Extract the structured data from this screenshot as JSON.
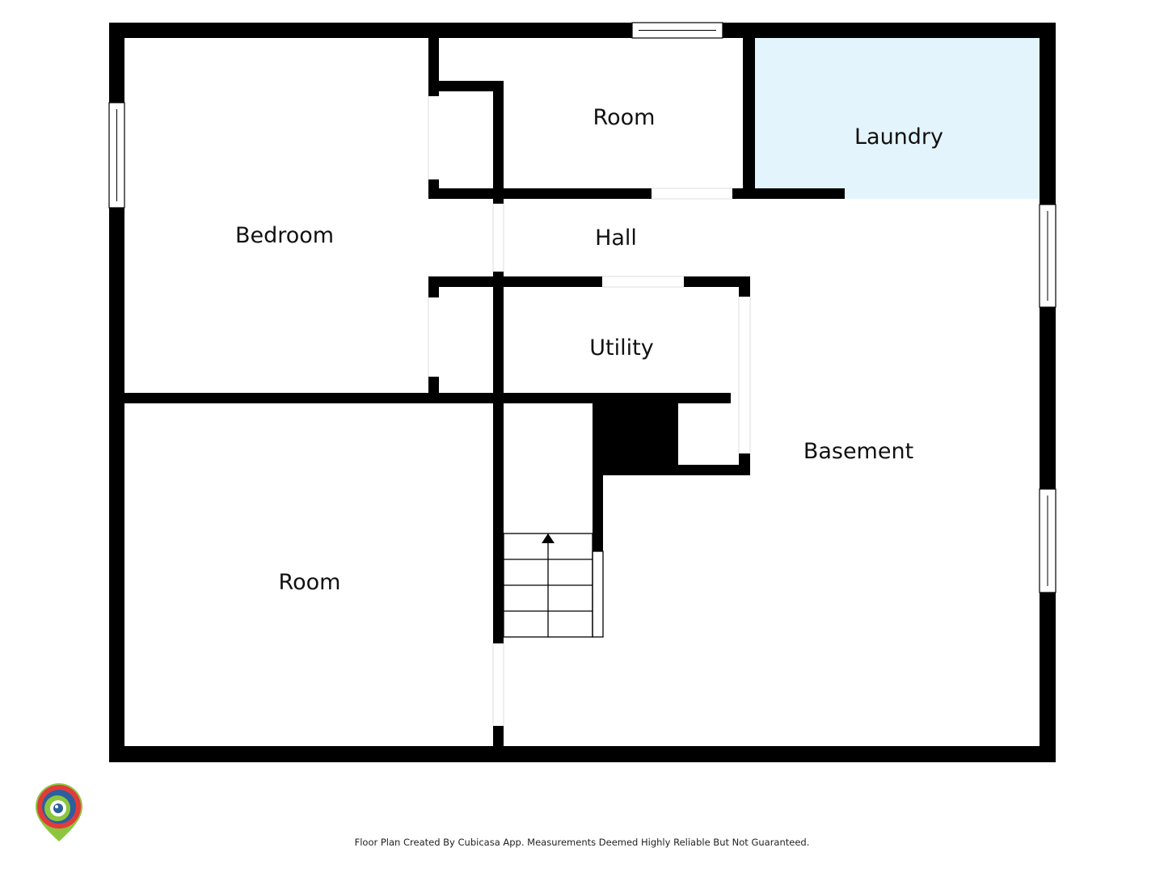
{
  "rooms": {
    "bedroom": "Bedroom",
    "room_top": "Room",
    "laundry": "Laundry",
    "hall": "Hall",
    "utility": "Utility",
    "basement": "Basement",
    "room_bottom": "Room"
  },
  "footer": {
    "note": "Floor Plan Created By Cubicasa App. Measurements Deemed Highly Reliable But Not Guaranteed."
  },
  "colors": {
    "wall": "#000000",
    "laundry_fill": "#e4f4fd",
    "background": "#ffffff",
    "logo_red": "#e23b3b",
    "logo_blue": "#2b5f9e",
    "logo_green": "#8cc63f"
  },
  "icons": {
    "logo": "cubicasa-logo-icon",
    "stairs_arrow": "arrow-up-icon"
  }
}
